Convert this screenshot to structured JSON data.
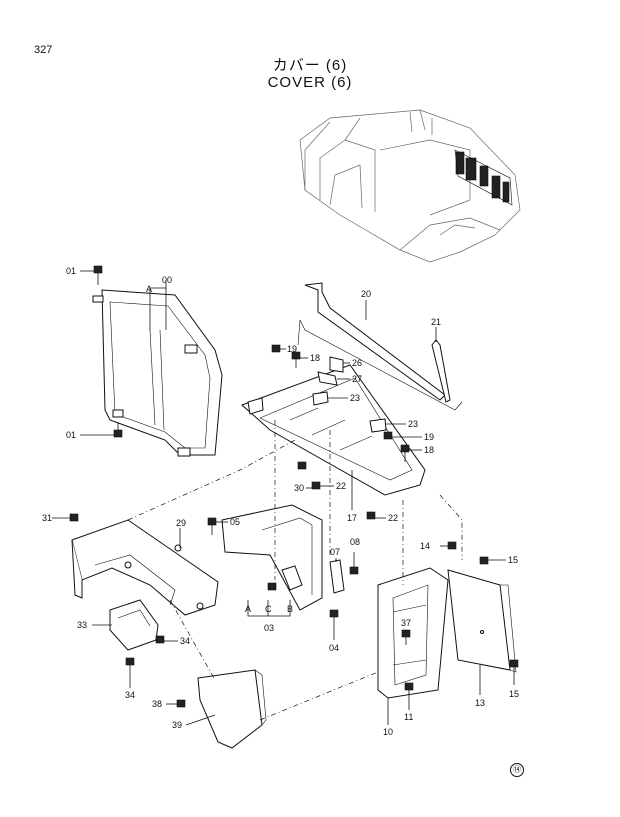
{
  "page": {
    "number": "327",
    "title_jp": "カバー (6)",
    "title_en": "COVER (6)",
    "mark": "⑭"
  },
  "callouts": [
    {
      "id": "c01a",
      "text": "01"
    },
    {
      "id": "c00",
      "text": "00"
    },
    {
      "id": "cA1",
      "text": "A"
    },
    {
      "id": "c01b",
      "text": "01"
    },
    {
      "id": "c20",
      "text": "20"
    },
    {
      "id": "c21",
      "text": "21"
    },
    {
      "id": "c19a",
      "text": "19"
    },
    {
      "id": "c18a",
      "text": "18"
    },
    {
      "id": "c26",
      "text": "26"
    },
    {
      "id": "c27",
      "text": "27"
    },
    {
      "id": "c23a",
      "text": "23"
    },
    {
      "id": "c23b",
      "text": "23"
    },
    {
      "id": "c19b",
      "text": "19"
    },
    {
      "id": "c18b",
      "text": "18"
    },
    {
      "id": "c30",
      "text": "30"
    },
    {
      "id": "c22a",
      "text": "22"
    },
    {
      "id": "c17",
      "text": "17"
    },
    {
      "id": "c22b",
      "text": "22"
    },
    {
      "id": "c31",
      "text": "31"
    },
    {
      "id": "c29",
      "text": "29"
    },
    {
      "id": "c05",
      "text": "05"
    },
    {
      "id": "c08",
      "text": "08"
    },
    {
      "id": "c07",
      "text": "07"
    },
    {
      "id": "cA2",
      "text": "A"
    },
    {
      "id": "cC",
      "text": "C"
    },
    {
      "id": "cB",
      "text": "B"
    },
    {
      "id": "c03",
      "text": "03"
    },
    {
      "id": "c04",
      "text": "04"
    },
    {
      "id": "c14",
      "text": "14"
    },
    {
      "id": "c15a",
      "text": "15"
    },
    {
      "id": "c37",
      "text": "37"
    },
    {
      "id": "c33",
      "text": "33"
    },
    {
      "id": "c34a",
      "text": "34"
    },
    {
      "id": "c34b",
      "text": "34"
    },
    {
      "id": "c38",
      "text": "38"
    },
    {
      "id": "c39",
      "text": "39"
    },
    {
      "id": "c10",
      "text": "10"
    },
    {
      "id": "c11",
      "text": "11"
    },
    {
      "id": "c13",
      "text": "13"
    },
    {
      "id": "c15b",
      "text": "15"
    }
  ]
}
